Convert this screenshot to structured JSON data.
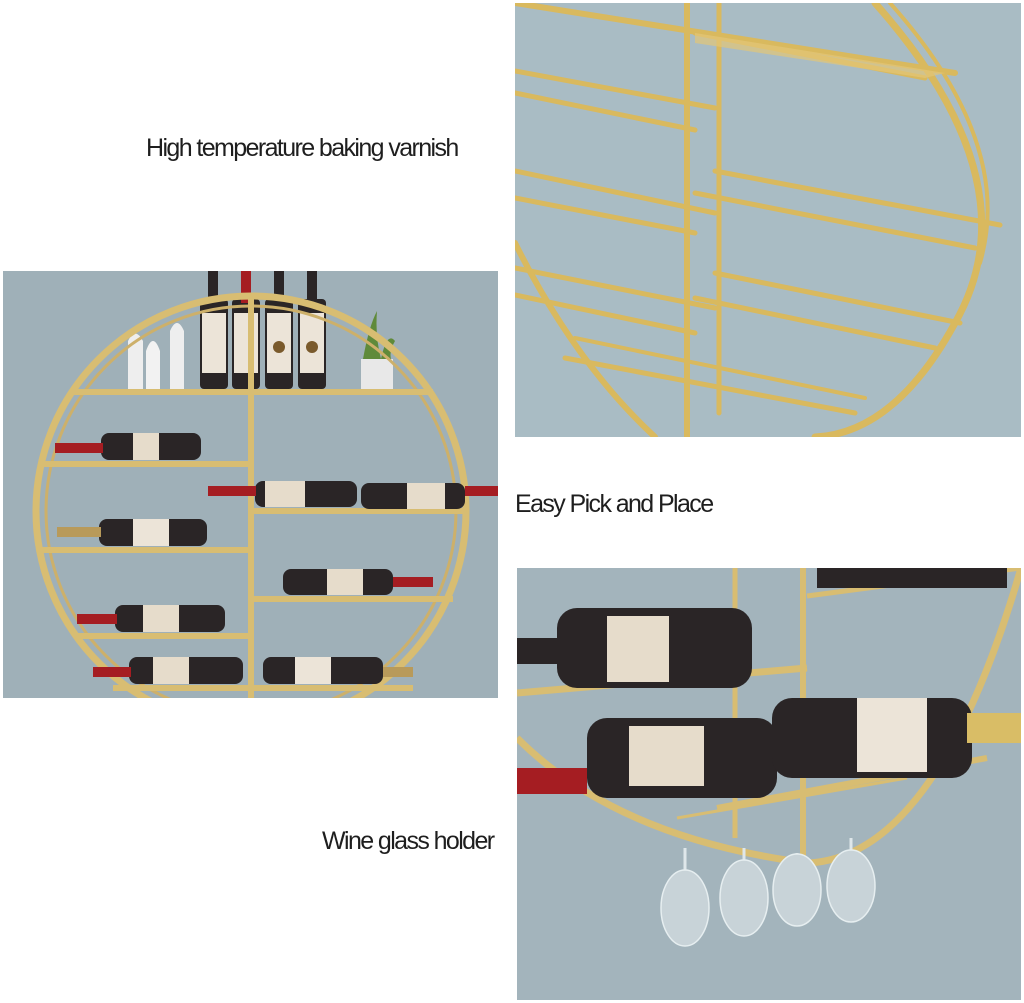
{
  "captions": {
    "feature_1": "High temperature baking varnish",
    "feature_2": "Easy Pick and Place",
    "feature_3": "Wine glass holder"
  },
  "colors": {
    "background": "#ffffff",
    "wall": "#9fb0b8",
    "gold_frame": "#d8bd72",
    "bottle": "#2a2526",
    "capsule": "#a51d22",
    "label": "#e6dccb",
    "caption_text": "#1e1e1e"
  },
  "panels": {
    "main_product": {
      "description": "Round gold wine rack with bottles and decor on top shelf"
    },
    "frame_detail": {
      "description": "Close-up of gold metal frame with mesh top shelf"
    },
    "glass_holder_detail": {
      "description": "Close-up of bottles on lower shelves with four hanging wine glasses"
    }
  }
}
